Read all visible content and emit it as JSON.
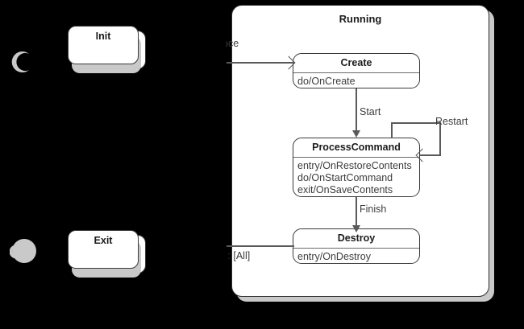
{
  "diagram": {
    "type": "uml-state-machine",
    "background_color": "#000000",
    "state_fill": "#ffffff",
    "state_border": "#3a3a3a",
    "shadow_color": "#c9c9c9",
    "line_color": "#5a5a5a"
  },
  "outer_states": [
    {
      "name": "init",
      "title": "Init"
    },
    {
      "name": "exit",
      "title": "Exit"
    }
  ],
  "pseudostates": [
    {
      "name": "initial-node",
      "kind": "initial",
      "occluded": true
    },
    {
      "name": "final-node",
      "kind": "final",
      "occluded": true
    }
  ],
  "composite": {
    "title": "Running",
    "substates": [
      {
        "name": "create",
        "title": "Create",
        "body": "do/OnCreate",
        "actions": [
          "do/OnCreate"
        ]
      },
      {
        "name": "process-command",
        "title": "ProcessCommand",
        "body": "entry/OnRestoreContents\ndo/OnStartCommand\nexit/OnSaveContents",
        "actions": [
          "entry/OnRestoreContents",
          "do/OnStartCommand",
          "exit/OnSaveContents"
        ]
      },
      {
        "name": "destroy",
        "title": "Destroy",
        "body": "entry/OnDestroy",
        "actions": [
          "entry/OnDestroy"
        ]
      }
    ]
  },
  "transitions": [
    {
      "name": "transition-into-create",
      "label": "nce",
      "from": "",
      "to": "Create",
      "clipped": true
    },
    {
      "name": "transition-start",
      "label": "Start",
      "from": "Create",
      "to": "ProcessCommand"
    },
    {
      "name": "transition-restart",
      "label": "Restart",
      "from": "ProcessCommand",
      "to": "ProcessCommand"
    },
    {
      "name": "transition-finish",
      "label": "Finish",
      "from": "ProcessCommand",
      "to": "Destroy"
    },
    {
      "name": "transition-into-destroy",
      "label": "e :  [All]",
      "from": "",
      "to": "Destroy",
      "clipped": true
    }
  ]
}
